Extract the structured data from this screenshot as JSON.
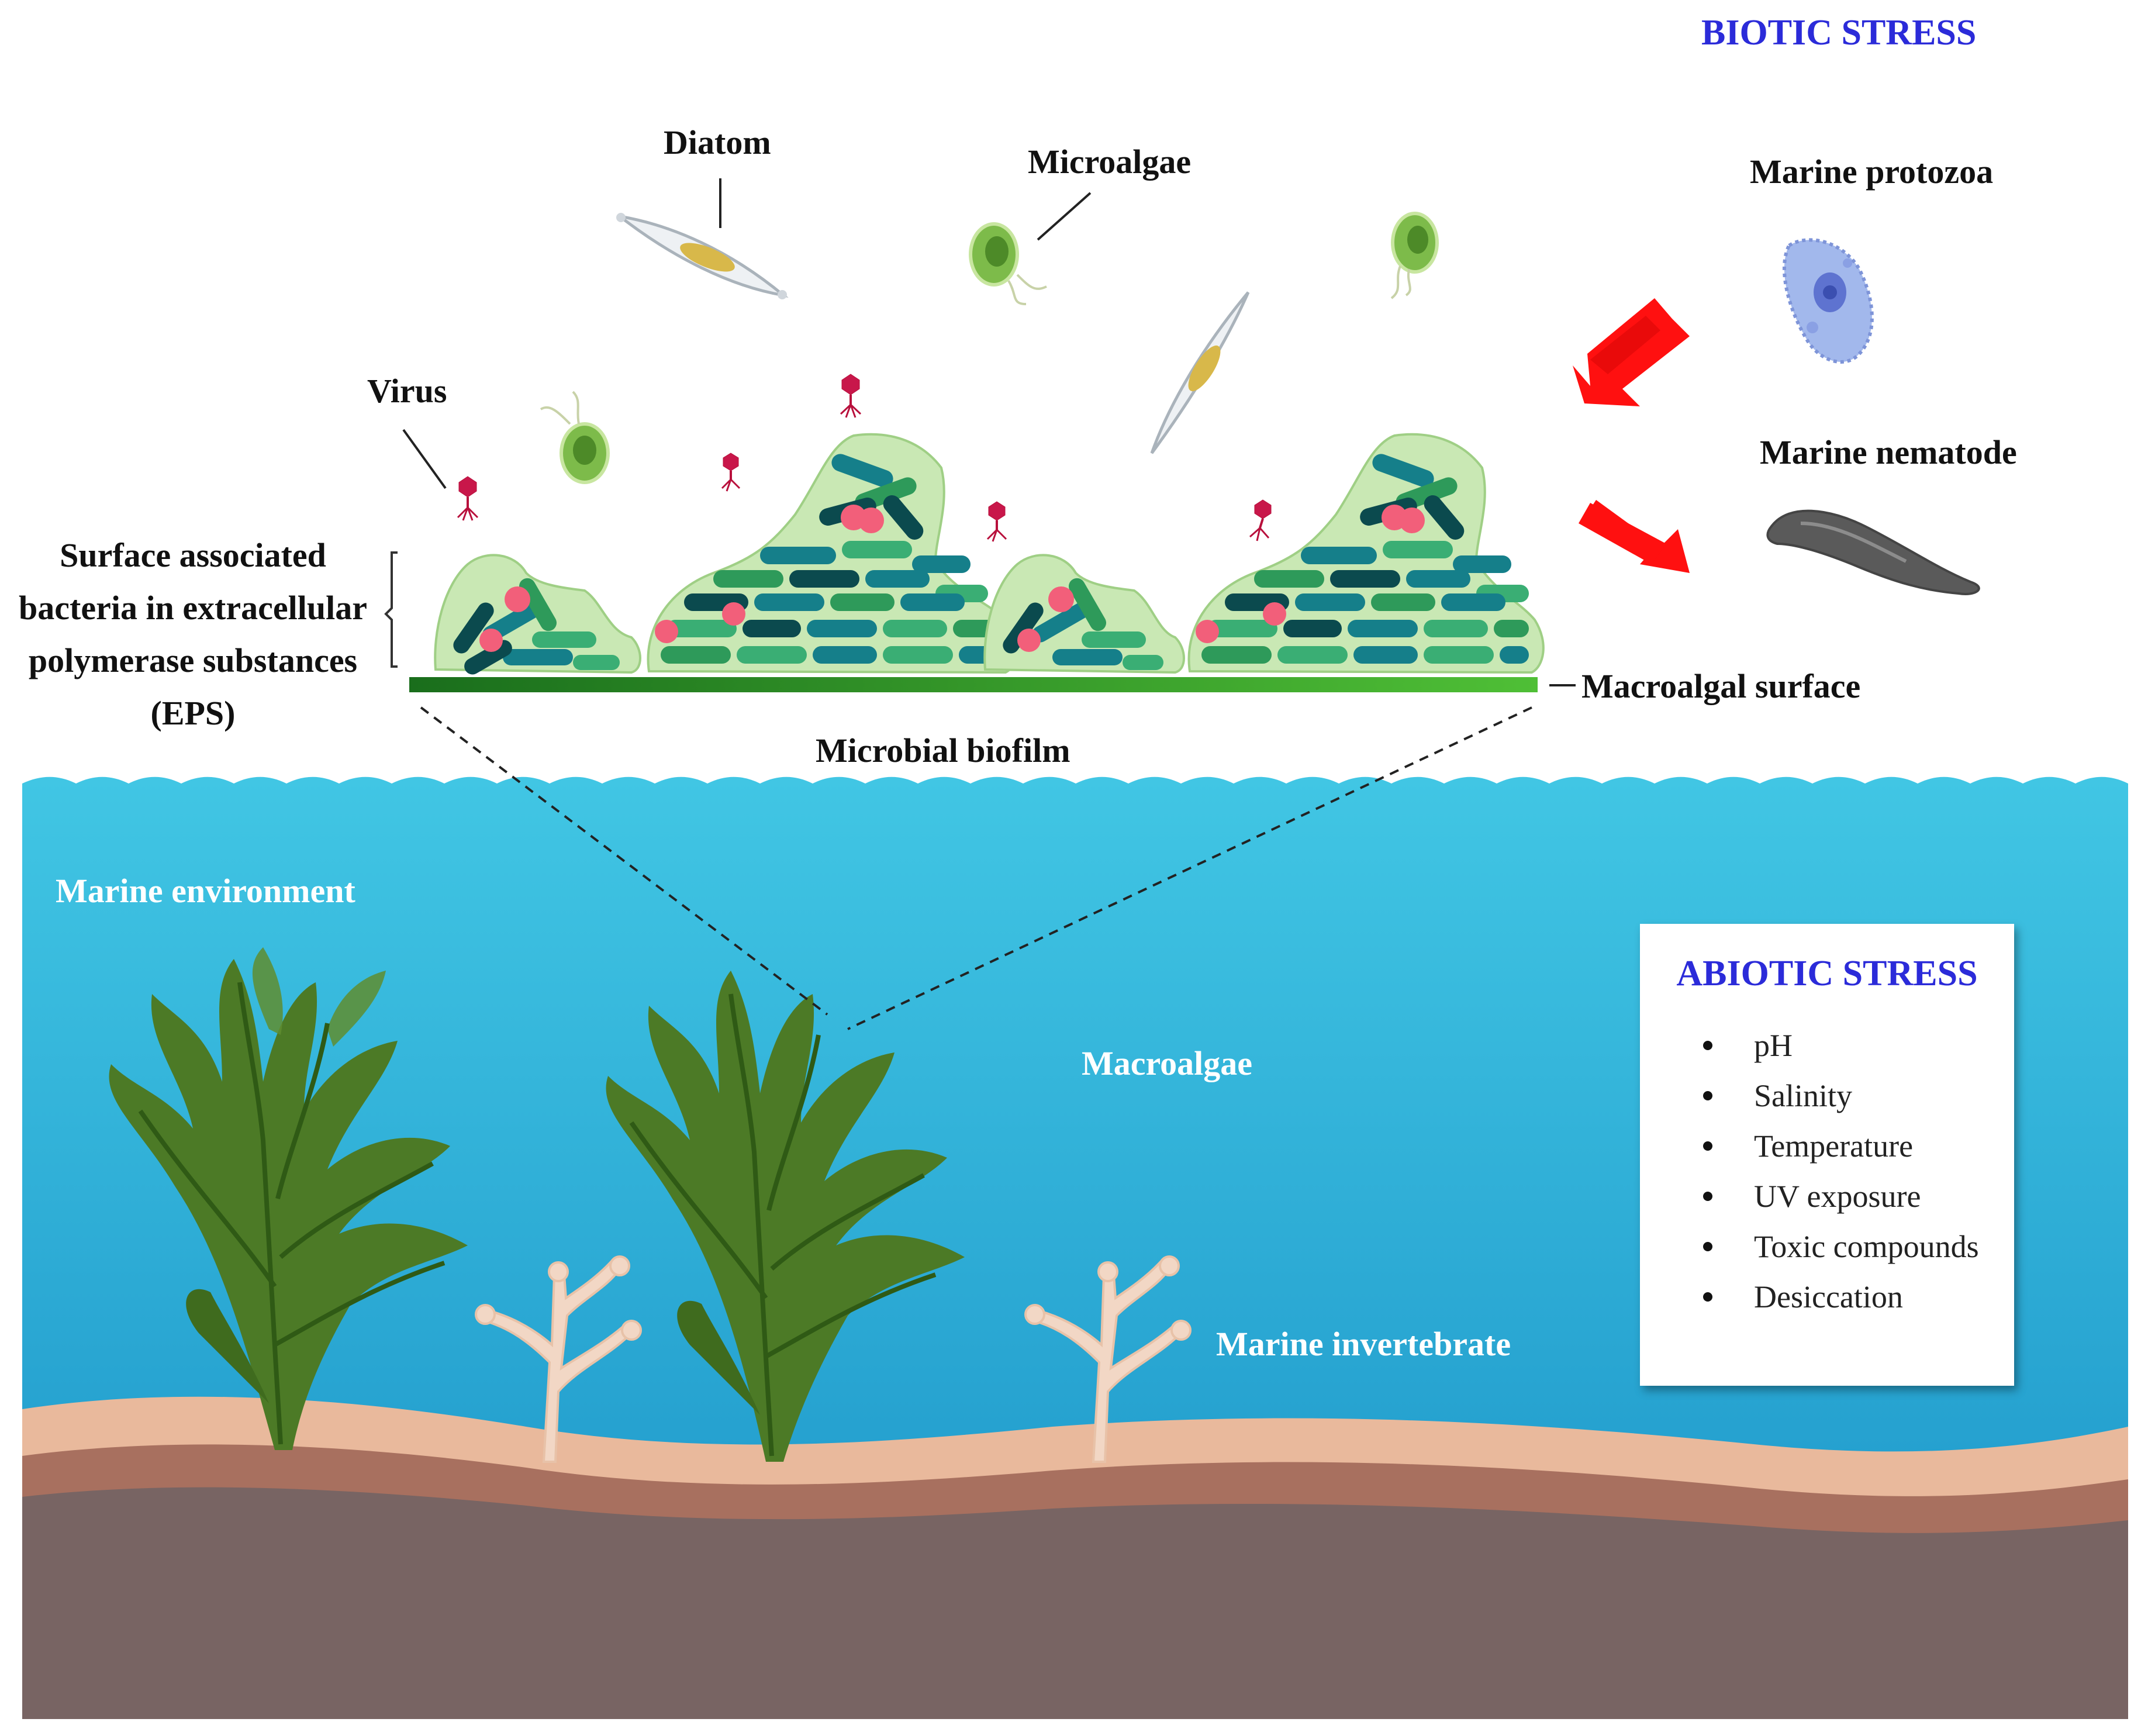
{
  "labels": {
    "biotic_stress": "BIOTIC STRESS",
    "diatom": "Diatom",
    "microalgae": "Microalgae",
    "marine_protozoa": "Marine protozoa",
    "virus": "Virus",
    "marine_nematode": "Marine nematode",
    "eps": [
      "Surface associated",
      "bacteria in extracellular",
      "polymerase substances",
      "(EPS)"
    ],
    "macroalgal_surface": "Macroalgal surface",
    "microbial_biofilm": "Microbial biofilm",
    "marine_environment": "Marine environment",
    "macroalgae": "Macroalgae",
    "marine_invertebrate": "Marine invertebrate"
  },
  "abiotic": {
    "title": "ABIOTIC STRESS",
    "items": [
      "pH",
      "Salinity",
      "Temperature",
      "UV exposure",
      "Toxic compounds",
      "Desiccation"
    ]
  },
  "colors": {
    "title_blue": "#2b2bd9",
    "sea": "#41c6e4",
    "sea_deep": "#1e98cb",
    "sand": "#e9b99c",
    "mud": "#a8705f",
    "rock": "#786463",
    "seaweed": "#4c7a26",
    "arrow_red": "#ff1010",
    "eps_gel": "#c9e8b4"
  }
}
